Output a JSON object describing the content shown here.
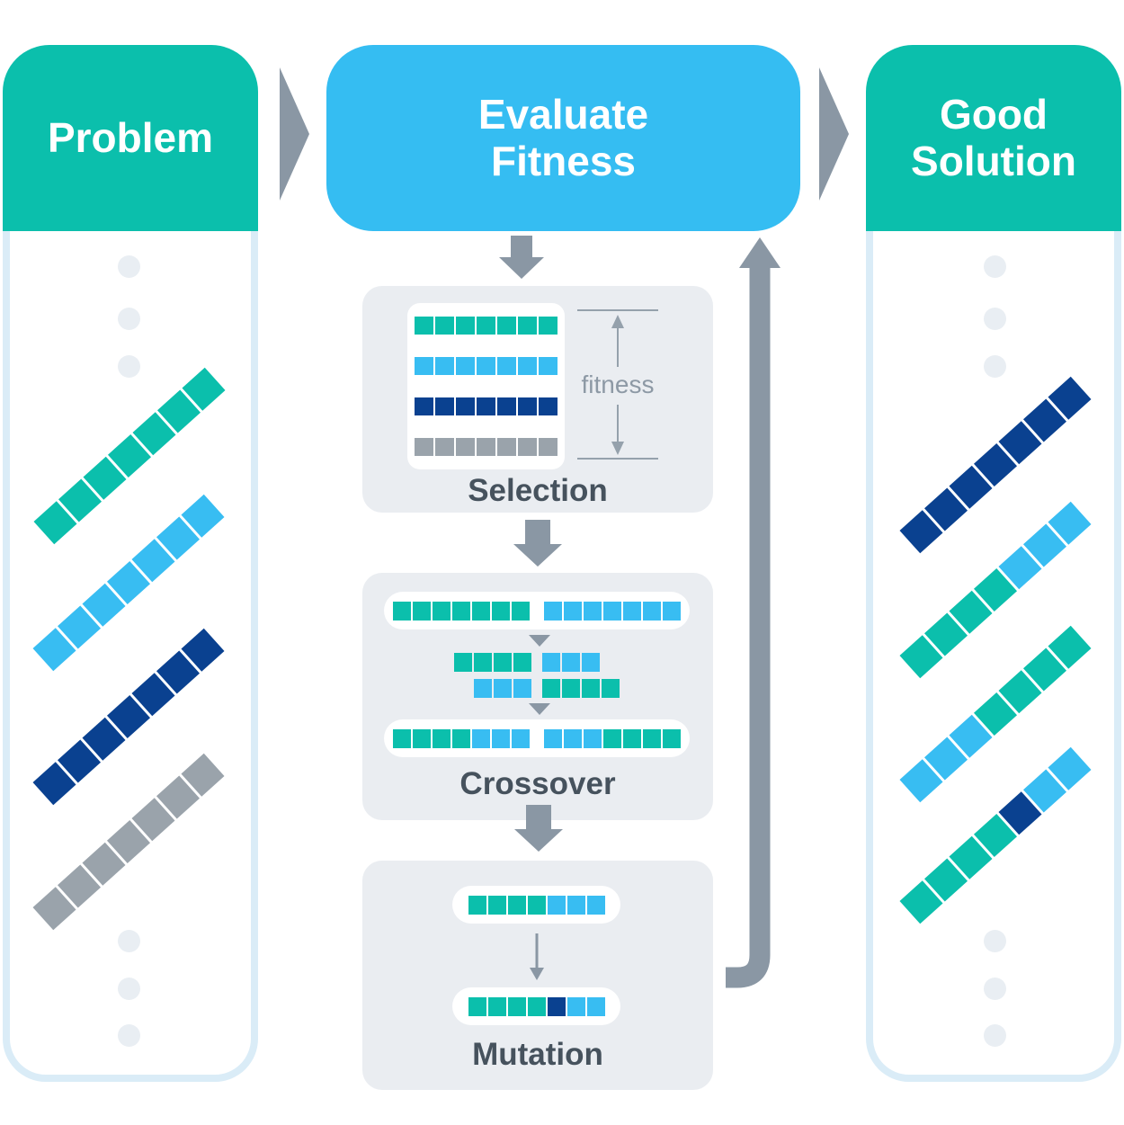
{
  "headers": {
    "problem": "Problem",
    "evaluate": [
      "Evaluate",
      "Fitness"
    ],
    "good": [
      "Good",
      "Solution"
    ]
  },
  "steps": {
    "selection": {
      "label": "Selection",
      "fitness_label": "fitness",
      "population": [
        [
          "teal",
          "teal",
          "teal",
          "teal",
          "teal",
          "teal",
          "teal"
        ],
        [
          "blue",
          "blue",
          "blue",
          "blue",
          "blue",
          "blue",
          "blue"
        ],
        [
          "navy",
          "navy",
          "navy",
          "navy",
          "navy",
          "navy",
          "navy"
        ],
        [
          "gray",
          "gray",
          "gray",
          "gray",
          "gray",
          "gray",
          "gray"
        ]
      ]
    },
    "crossover": {
      "label": "Crossover",
      "parents": [
        [
          "teal",
          "teal",
          "teal",
          "teal",
          "teal",
          "teal",
          "teal"
        ],
        [
          "blue",
          "blue",
          "blue",
          "blue",
          "blue",
          "blue",
          "blue"
        ]
      ],
      "fragment_rows": [
        {
          "groups": [
            [
              "teal",
              "teal",
              "teal",
              "teal"
            ],
            [
              "blue",
              "blue",
              "blue"
            ]
          ]
        },
        {
          "groups": [
            [
              "blue",
              "blue",
              "blue"
            ],
            [
              "teal",
              "teal",
              "teal",
              "teal"
            ]
          ]
        }
      ],
      "children": [
        [
          "teal",
          "teal",
          "teal",
          "teal",
          "blue",
          "blue",
          "blue"
        ],
        [
          "blue",
          "blue",
          "blue",
          "teal",
          "teal",
          "teal",
          "teal"
        ]
      ]
    },
    "mutation": {
      "label": "Mutation",
      "before": [
        "teal",
        "teal",
        "teal",
        "teal",
        "blue",
        "blue",
        "blue"
      ],
      "after": [
        "teal",
        "teal",
        "teal",
        "teal",
        "navy",
        "blue",
        "blue"
      ]
    }
  },
  "columns": {
    "left_strips": [
      [
        "teal",
        "teal",
        "teal",
        "teal",
        "teal",
        "teal",
        "teal"
      ],
      [
        "blue",
        "blue",
        "blue",
        "blue",
        "blue",
        "blue",
        "blue"
      ],
      [
        "navy",
        "navy",
        "navy",
        "navy",
        "navy",
        "navy",
        "navy"
      ],
      [
        "gray",
        "gray",
        "gray",
        "gray",
        "gray",
        "gray",
        "gray"
      ]
    ],
    "right_strips": [
      [
        "navy",
        "navy",
        "navy",
        "navy",
        "navy",
        "navy",
        "navy"
      ],
      [
        "teal",
        "teal",
        "teal",
        "teal",
        "blue",
        "blue",
        "blue"
      ],
      [
        "blue",
        "blue",
        "blue",
        "teal",
        "teal",
        "teal",
        "teal"
      ],
      [
        "teal",
        "teal",
        "teal",
        "teal",
        "navy",
        "blue",
        "blue"
      ]
    ]
  },
  "colors": {
    "teal": "#0bbfac",
    "blue": "#38bdf2",
    "navy": "#0a4190",
    "gray": "#9aa3ab",
    "header_teal": "#0bbfac",
    "header_blue": "#35bdf2",
    "arrow_gray": "#8a97a4",
    "box_bg": "#eaedf1",
    "column_border": "#daecf7",
    "dot": "#e9eef3",
    "label_text": "#46525d",
    "fitness_text": "#8d99a5"
  }
}
